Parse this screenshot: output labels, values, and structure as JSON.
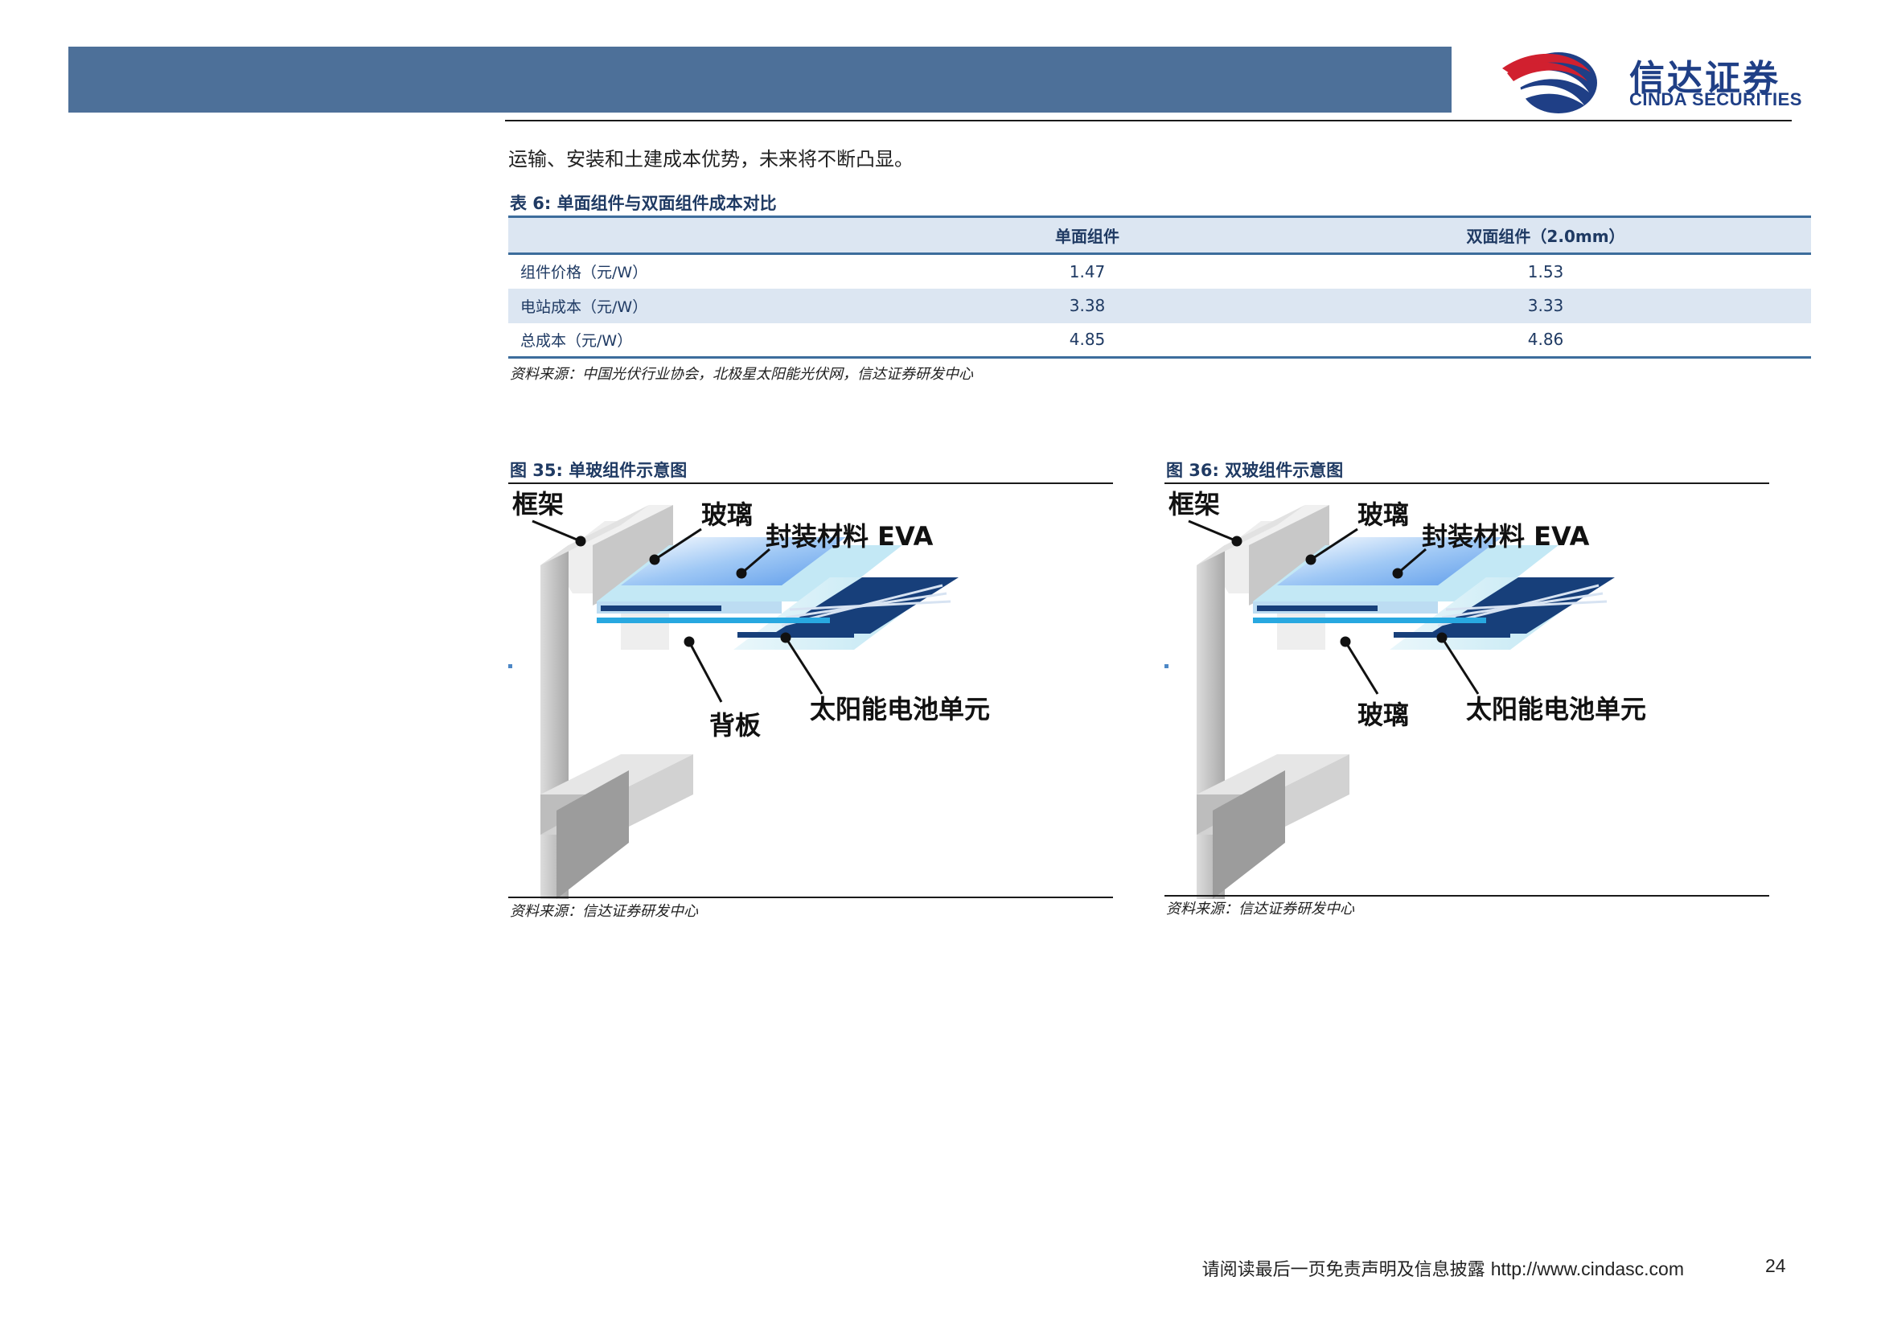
{
  "header": {
    "logo_cn": "信达证券",
    "logo_en": "CINDA SECURITIES"
  },
  "intro_text": "运输、安装和土建成本优势，未来将不断凸显。",
  "table": {
    "title": "表 6:  单面组件与双面组件成本对比",
    "headers": [
      "",
      "单面组件",
      "双面组件（2.0mm）"
    ],
    "rows": [
      [
        "组件价格（元/W）",
        "1.47",
        "1.53"
      ],
      [
        "电站成本（元/W）",
        "3.38",
        "3.33"
      ],
      [
        "总成本（元/W）",
        "4.85",
        "4.86"
      ]
    ],
    "source": "资料来源：中国光伏行业协会，北极星太阳能光伏网，信达证券研发中心"
  },
  "figures": [
    {
      "title": "图  35:  单玻组件示意图",
      "labels": {
        "frame": "框架",
        "glass_top": "玻璃",
        "eva": "封装材料 EVA",
        "bottom": "背板",
        "cell": "太阳能电池单元"
      },
      "source": "资料来源：信达证券研发中心"
    },
    {
      "title": "图  36:  双玻组件示意图",
      "labels": {
        "frame": "框架",
        "glass_top": "玻璃",
        "eva": "封装材料 EVA",
        "bottom": "玻璃",
        "cell": "太阳能电池单元"
      },
      "source": "资料来源：信达证券研发中心"
    }
  ],
  "footer": {
    "disclaimer": "请阅读最后一页免责声明及信息披露",
    "url": "http://www.cindasc.com",
    "page_number": "24"
  },
  "colors": {
    "header_band": "#4d7099",
    "table_accent": "#3d6d9c",
    "table_shade": "#dce6f2",
    "text_navy": "#1f3a63",
    "logo_blue": "#1f3f86",
    "logo_red": "#d1202f"
  }
}
